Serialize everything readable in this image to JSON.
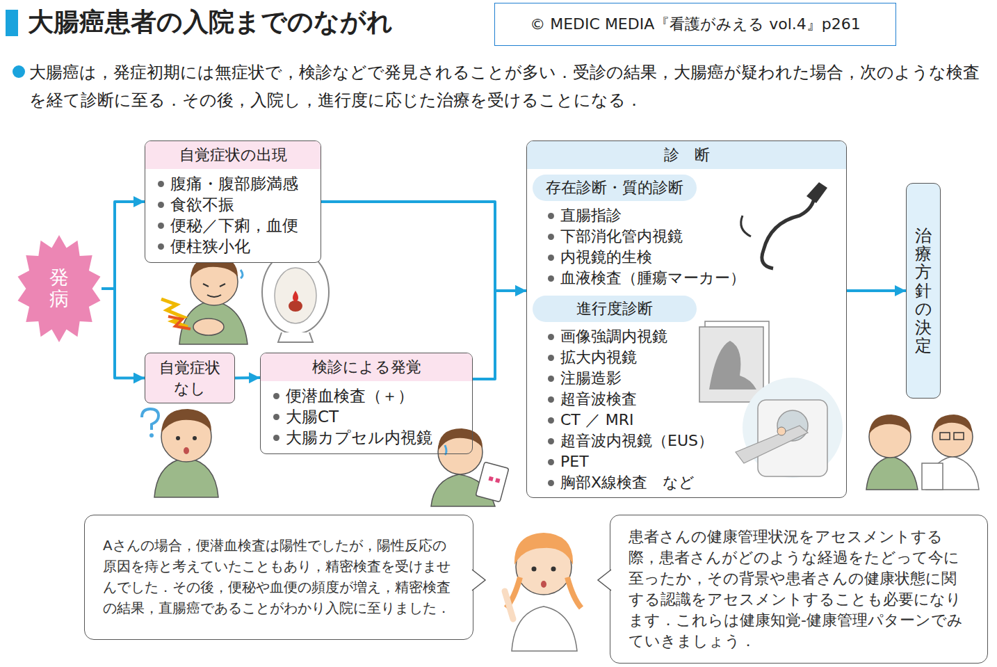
{
  "diagram": {
    "title": "大腸癌患者の入院までのながれ",
    "nodes": [
      {
        "text": [
          "© MEDIC MEDIA『看護がみえる vol.4』p261"
        ]
      },
      {
        "text": [
          "発病"
        ]
      },
      {
        "text": [
          "自覚症状の出現",
          "腹痛・腹部膨満感",
          "食欲不振",
          "便秘／下痢，血便",
          "便柱狭小化"
        ]
      },
      {
        "text": [
          "自覚症状なし"
        ]
      },
      {
        "text": [
          "検診による発覚",
          "便潜血検査（＋）",
          "大腸CT",
          "大腸カプセル内視鏡"
        ]
      },
      {
        "text": [
          "診　断",
          "直腸指診",
          "下部消化管内視鏡",
          "内視鏡的生検",
          "血液検査（腫瘍マーカー）",
          "画像強調内視鏡",
          "拡大内視鏡",
          "注腸造影",
          "超音波検査",
          "CT ／ MRI",
          "超音波内視鏡（EUS）",
          "PET",
          "胸部X線検査　など"
        ]
      },
      {
        "text": [
          "存在診断・質的診断"
        ],
        "in": 5
      },
      {
        "text": [
          "進行度診断"
        ],
        "in": 5
      },
      {
        "text": [
          "治療方針の決定"
        ]
      },
      {
        "text": [
          "Aさんの場合，便潜血検査は陽性でしたが，陽性反応の原因を痔と考えていたこともあり，精密検査を受けませんでした．その後，便秘や血便の頻度が増え，精密検査の結果，直腸癌であることがわかり入院に至りました．"
        ]
      },
      {
        "text": [
          "患者さんの健康管理状況をアセスメントする際，患者さんがどのような経過をたどって今に至ったか，その背景や患者さんの健康状態に関する認識をアセスメントすることも必要になります．これらは健康知覚-健康管理パターンでみていきましょう．"
        ]
      }
    ],
    "edges": [
      {
        "from": 1,
        "to": 2,
        "arrow": "to"
      },
      {
        "from": 1,
        "to": 3,
        "arrow": "to"
      },
      {
        "from": 3,
        "to": 4,
        "arrow": "to"
      },
      {
        "from": 2,
        "to": 5,
        "arrow": "to"
      },
      {
        "from": 4,
        "to": 5,
        "arrow": "to"
      },
      {
        "from": 5,
        "to": 8,
        "arrow": "to"
      }
    ],
    "labels": [
      "大腸癌は，発症初期には無症状で，検診などで発見されることが多い．受診の結果，大腸癌が疑われた場合，次のような検査を経て診断に至る．その後，入院し，進行度に応じた治療を受けることになる．"
    ]
  }
}
